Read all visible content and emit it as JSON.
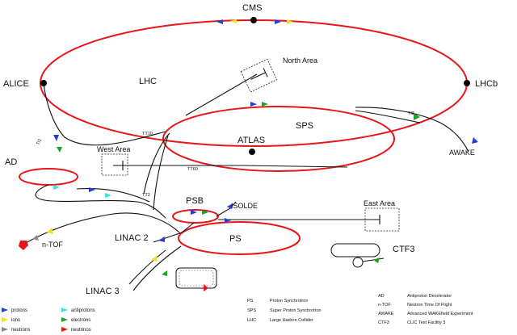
{
  "accelerators": {
    "lhc": "LHC",
    "sps": "SPS",
    "ps": "PS",
    "psb": "PSB",
    "ctf3": "CTF3",
    "ad": "AD",
    "linac2": "LINAC 2",
    "linac3": "LINAC 3",
    "isolde": "ISOLDE",
    "ntof": "n-TOF",
    "awake": "AWAKE"
  },
  "experiments": {
    "cms": "CMS",
    "alice": "ALICE",
    "lhcb": "LHCb",
    "atlas": "ATLAS"
  },
  "areas": {
    "north": "North Area",
    "west": "West Area",
    "east": "East Area"
  },
  "transfer_lines": {
    "ti2": "TI2",
    "ti8": "TI8",
    "tt10": "TT10",
    "tt60": "TT60",
    "tt2": "TT2"
  },
  "legend": {
    "particles": [
      {
        "label": "protons",
        "color": "#1f3fd6"
      },
      {
        "label": "ions",
        "color": "#f0e020"
      },
      {
        "label": "neutrons",
        "color": "#8a8a8a"
      },
      {
        "label": "antiprotons",
        "color": "#3fe0e0"
      },
      {
        "label": "electrons",
        "color": "#1fa02a"
      },
      {
        "label": "neutrinos",
        "color": "#e8151a"
      }
    ],
    "abbreviations": [
      {
        "abbr": "PS",
        "name": "Proton Synchrotron"
      },
      {
        "abbr": "SPS",
        "name": "Super Proton Synchrotron"
      },
      {
        "abbr": "LHC",
        "name": "Large Hadron Collider"
      },
      {
        "abbr": "AD",
        "name": "Antiproton Decelerator"
      },
      {
        "abbr": "n-TOF",
        "name": "Neutron Time Of Flight"
      },
      {
        "abbr": "AWAKE",
        "name": "Advanced WAKEfield Experiment"
      },
      {
        "abbr": "CTF3",
        "name": "CLIC Test Facility 3"
      }
    ]
  }
}
